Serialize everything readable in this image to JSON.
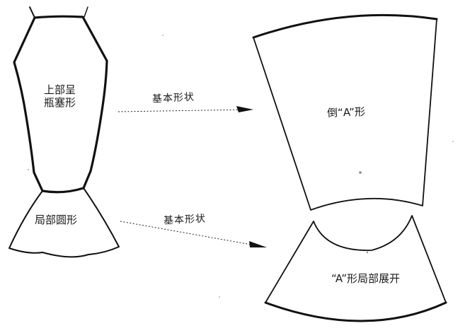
{
  "labels": {
    "upper_line1": "上部呈",
    "upper_line2": "瓶塞形",
    "lower": "局部圆形",
    "arrow_top": "基本形状",
    "arrow_bottom": "基本形状",
    "right_top": "倒“A”形",
    "right_bottom": "“A”形局部展开"
  },
  "colors": {
    "ink": "#111111",
    "paper": "#ffffff"
  }
}
